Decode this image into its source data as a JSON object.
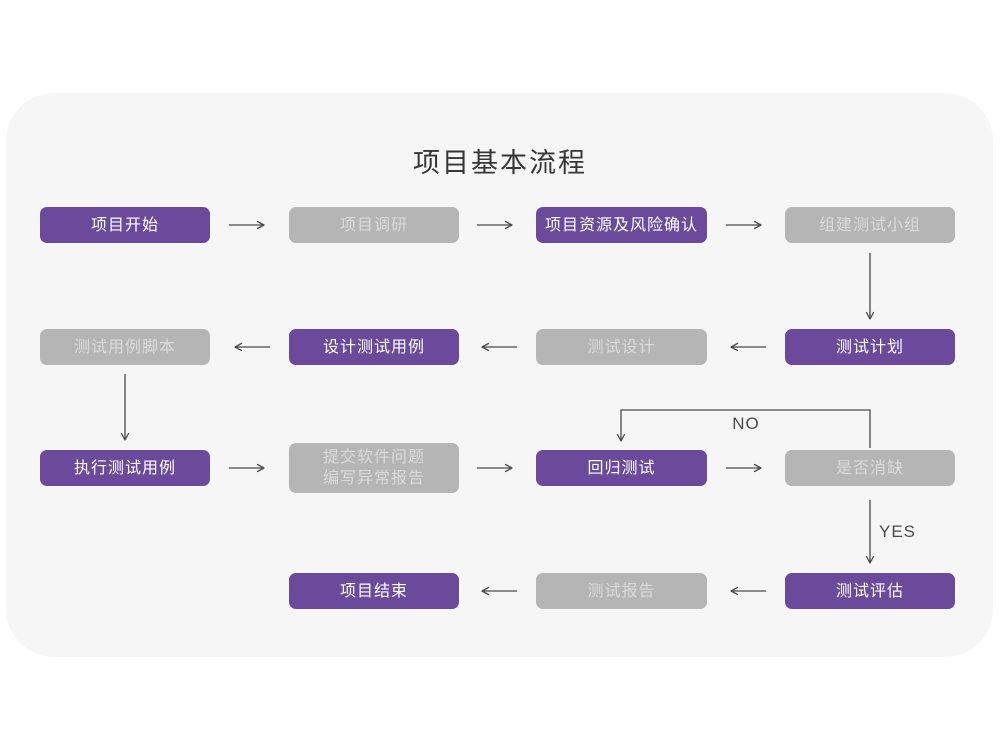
{
  "title": "项目基本流程",
  "colors": {
    "purple": "#6b4a9c",
    "gray": "#b5b5b5",
    "card_bg": "#f6f6f6",
    "line": "#4a4a4a"
  },
  "nodes": [
    {
      "label": "项目开始",
      "variant": "purple"
    },
    {
      "label": "项目调研",
      "variant": "gray"
    },
    {
      "label": "项目资源及风险确认",
      "variant": "purple"
    },
    {
      "label": "组建测试小组",
      "variant": "gray"
    },
    {
      "label": "测试用例脚本",
      "variant": "gray"
    },
    {
      "label": "设计测试用例",
      "variant": "purple"
    },
    {
      "label": "测试设计",
      "variant": "gray"
    },
    {
      "label": "测试计划",
      "variant": "purple"
    },
    {
      "label": "执行测试用例",
      "variant": "purple"
    },
    {
      "label": "提交软件问题\n编写异常报告",
      "variant": "gray"
    },
    {
      "label": "回归测试",
      "variant": "purple"
    },
    {
      "label": "是否消缺",
      "variant": "gray"
    },
    {
      "label": "项目结束",
      "variant": "purple"
    },
    {
      "label": "测试报告",
      "variant": "gray"
    },
    {
      "label": "测试评估",
      "variant": "purple"
    }
  ],
  "edges": [
    {
      "from": "项目开始",
      "to": "项目调研"
    },
    {
      "from": "项目调研",
      "to": "项目资源及风险确认"
    },
    {
      "from": "项目资源及风险确认",
      "to": "组建测试小组"
    },
    {
      "from": "组建测试小组",
      "to": "测试计划"
    },
    {
      "from": "测试计划",
      "to": "测试设计"
    },
    {
      "from": "测试设计",
      "to": "设计测试用例"
    },
    {
      "from": "设计测试用例",
      "to": "测试用例脚本"
    },
    {
      "from": "测试用例脚本",
      "to": "执行测试用例"
    },
    {
      "from": "执行测试用例",
      "to": "提交软件问题 编写异常报告"
    },
    {
      "from": "提交软件问题 编写异常报告",
      "to": "回归测试"
    },
    {
      "from": "回归测试",
      "to": "是否消缺"
    },
    {
      "from": "是否消缺",
      "to": "回归测试",
      "label": "NO"
    },
    {
      "from": "是否消缺",
      "to": "测试评估",
      "label": "YES"
    },
    {
      "from": "测试评估",
      "to": "测试报告"
    },
    {
      "from": "测试报告",
      "to": "项目结束"
    }
  ]
}
